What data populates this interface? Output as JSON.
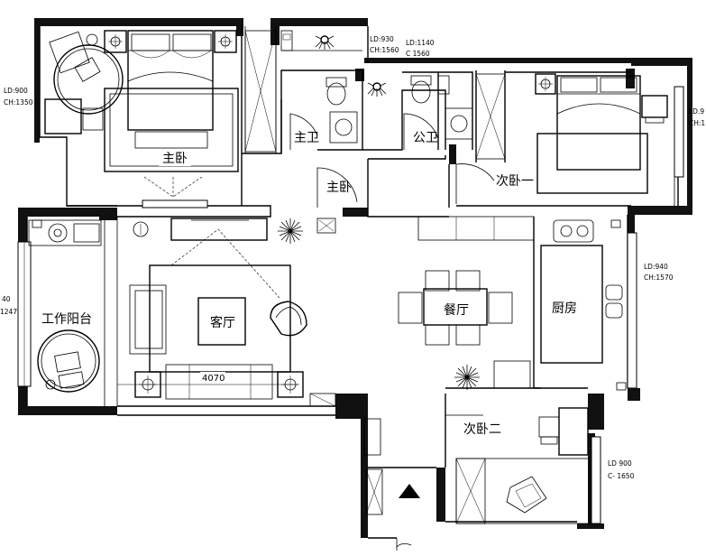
{
  "rooms": {
    "master_bedroom": "主卧",
    "master_bath": "主卫",
    "master_bedroom_door": "主卧",
    "public_bath": "公卫",
    "second_bedroom_1": "次卧一",
    "work_balcony": "工作阳台",
    "living_room": "客厅",
    "dining_room": "餐厅",
    "kitchen": "厨房",
    "second_bedroom_2": "次卧二"
  },
  "dimensions": {
    "sofa_width": "4070"
  },
  "annotations": {
    "master_window_ld": "LD:900",
    "master_window_ch": "CH:1350",
    "mb_bath_ld": "LD:930",
    "mb_bath_ch": "CH:1560",
    "pub_bath_ld": "LD:1140",
    "pub_bath_ch": "C 1560",
    "bed1_window_ld": "LD.9",
    "bed1_window_ch": "CH:1",
    "balcony_left_ld": "40",
    "balcony_left_ch": "1247",
    "kitchen_window_ld": "LD:940",
    "kitchen_window_ch": "CH:1570",
    "bed2_window_ld": "LD 900",
    "bed2_window_ch": "C- 1650"
  }
}
